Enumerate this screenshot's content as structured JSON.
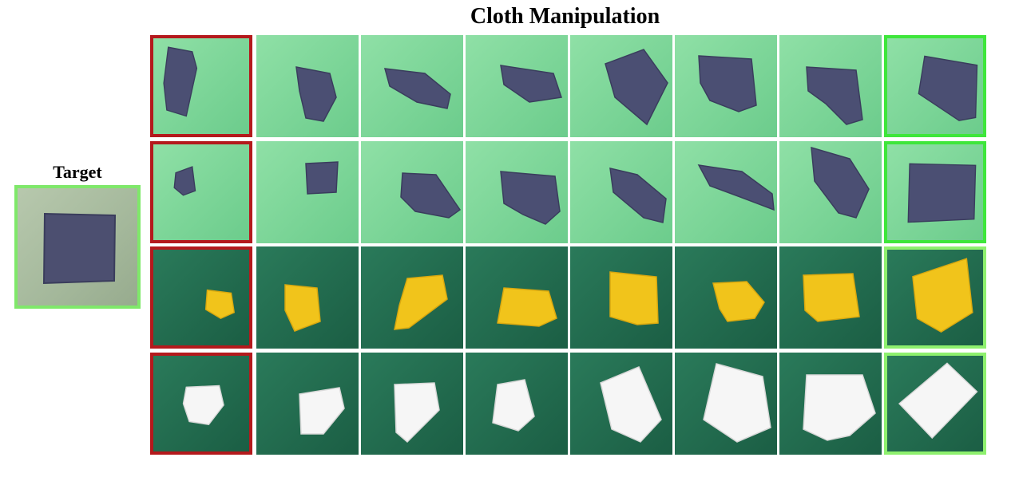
{
  "title": "Cloth Manipulation",
  "target": {
    "label": "Target"
  },
  "colors": {
    "start_border": "#b4191c",
    "goal_border": "#3ee63b",
    "goal_border_light": "#8ef06e",
    "target_border": "#7fe86a",
    "bg_light_green": "#7fd49a",
    "bg_dark_green": "#1f6a4e",
    "cloth_blue": "#4a4e72",
    "cloth_yellow": "#f0c51a",
    "cloth_white": "#f4f4f4"
  },
  "rows": [
    {
      "background": "light-green",
      "cloth": "blue",
      "frames": 8
    },
    {
      "background": "light-green",
      "cloth": "blue",
      "frames": 8
    },
    {
      "background": "dark-green",
      "cloth": "yellow",
      "frames": 8
    },
    {
      "background": "dark-green",
      "cloth": "white",
      "frames": 8
    }
  ]
}
